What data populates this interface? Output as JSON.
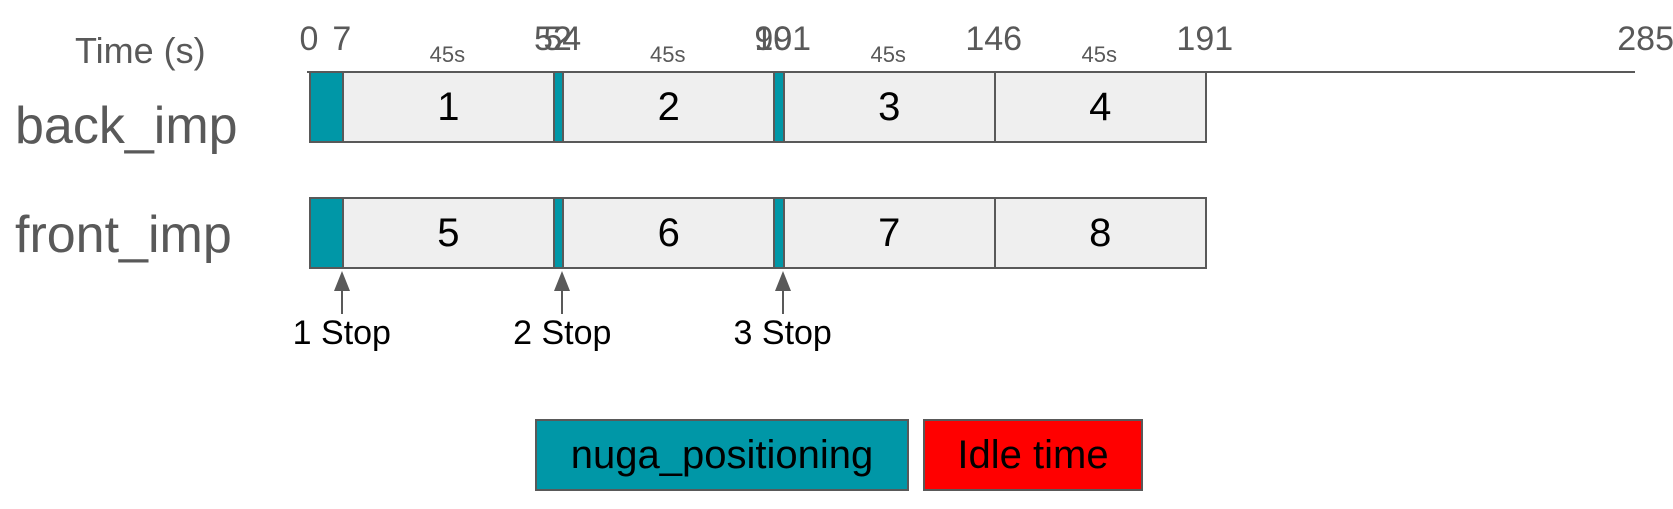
{
  "time_label": "Time (s)",
  "axis": {
    "min": 0,
    "max": 285
  },
  "ticks": [
    {
      "value": 0,
      "label": "0"
    },
    {
      "value": 7,
      "label": "7"
    },
    {
      "value": 52,
      "label": "52"
    },
    {
      "value": 54,
      "label": "54"
    },
    {
      "value": 99,
      "label": "99"
    },
    {
      "value": 101,
      "label": "101"
    },
    {
      "value": 146,
      "label": "146"
    },
    {
      "value": 191,
      "label": "191"
    },
    {
      "value": 285,
      "label": "285"
    }
  ],
  "durations": [
    {
      "center": 29.5,
      "label": "45s"
    },
    {
      "center": 76.5,
      "label": "45s"
    },
    {
      "center": 123.5,
      "label": "45s"
    },
    {
      "center": 168.5,
      "label": "45s"
    }
  ],
  "rows": [
    {
      "name": "back_imp",
      "segments": [
        {
          "start": 0,
          "end": 7,
          "kind": "nuga_positioning",
          "label": ""
        },
        {
          "start": 7,
          "end": 52,
          "kind": "task",
          "label": "1"
        },
        {
          "start": 52,
          "end": 54,
          "kind": "nuga_positioning",
          "label": ""
        },
        {
          "start": 54,
          "end": 99,
          "kind": "task",
          "label": "2"
        },
        {
          "start": 99,
          "end": 101,
          "kind": "nuga_positioning",
          "label": ""
        },
        {
          "start": 101,
          "end": 146,
          "kind": "task",
          "label": "3"
        },
        {
          "start": 146,
          "end": 191,
          "kind": "task",
          "label": "4"
        }
      ]
    },
    {
      "name": "front_imp",
      "segments": [
        {
          "start": 0,
          "end": 7,
          "kind": "nuga_positioning",
          "label": ""
        },
        {
          "start": 7,
          "end": 52,
          "kind": "task",
          "label": "5"
        },
        {
          "start": 52,
          "end": 54,
          "kind": "nuga_positioning",
          "label": ""
        },
        {
          "start": 54,
          "end": 99,
          "kind": "task",
          "label": "6"
        },
        {
          "start": 99,
          "end": 101,
          "kind": "nuga_positioning",
          "label": ""
        },
        {
          "start": 101,
          "end": 146,
          "kind": "task",
          "label": "7"
        },
        {
          "start": 146,
          "end": 191,
          "kind": "task",
          "label": "8"
        }
      ]
    }
  ],
  "stops": [
    {
      "time": 7,
      "label": "1 Stop"
    },
    {
      "time": 54,
      "label": "2 Stop"
    },
    {
      "time": 101,
      "label": "3 Stop"
    }
  ],
  "legend": [
    {
      "label": "nuga_positioning",
      "color": "#0097a7"
    },
    {
      "label": "Idle time",
      "color": "#ff0000"
    }
  ],
  "colors": {
    "nuga_positioning": "#0097a7",
    "task": "#efefef",
    "line": "#595959"
  }
}
